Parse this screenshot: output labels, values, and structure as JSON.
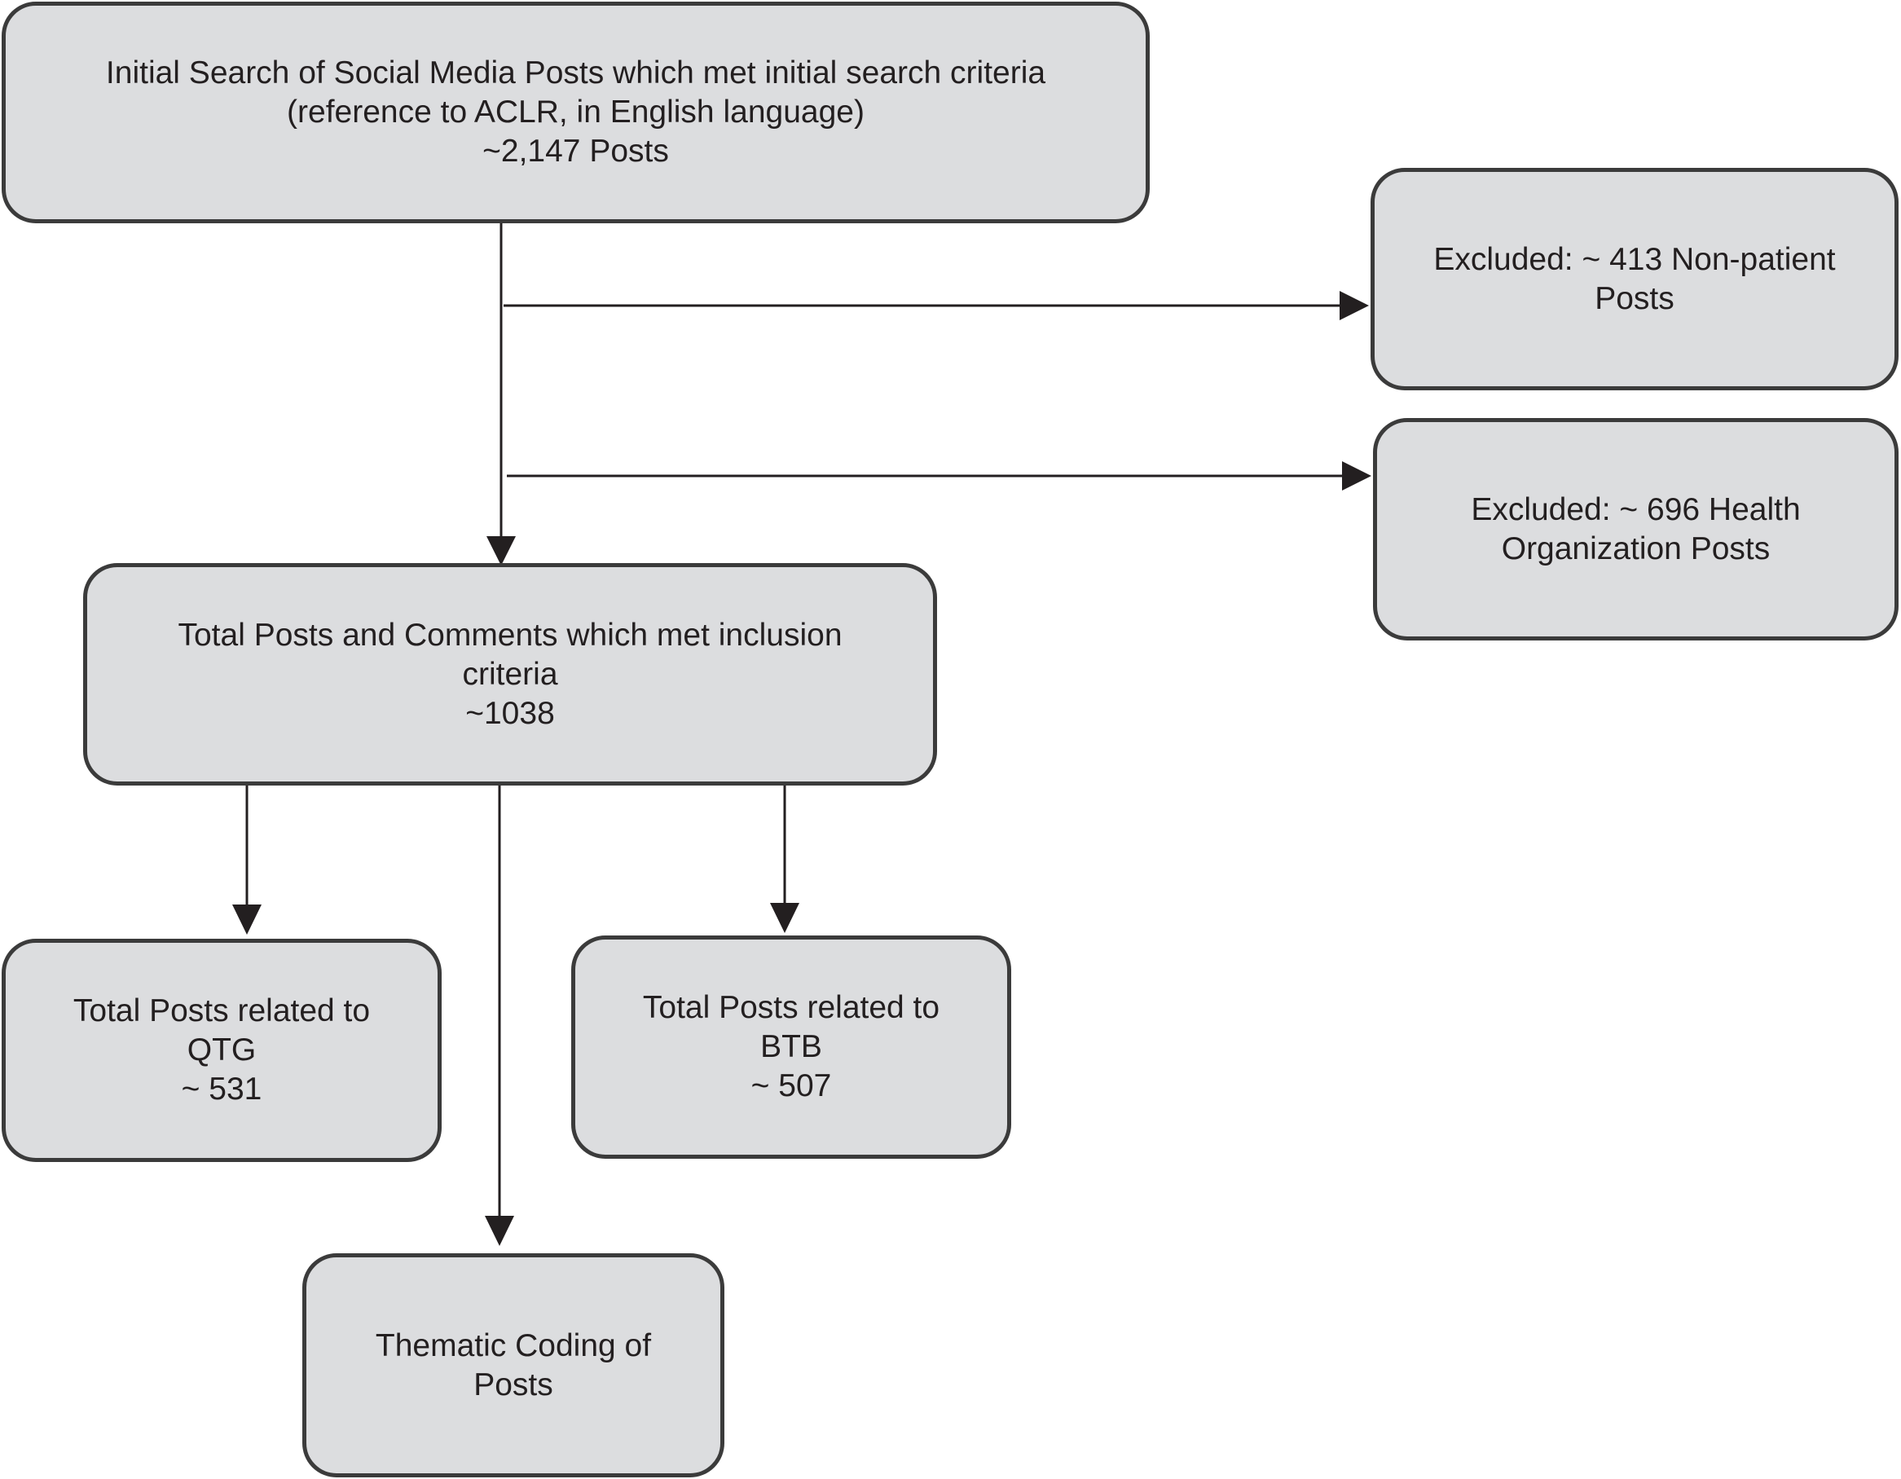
{
  "diagram": {
    "initial_search": {
      "line1": "Initial Search of Social Media Posts which met initial search criteria",
      "line2": "(reference to ACLR, in English language)",
      "line3": "~2,147 Posts"
    },
    "excluded_non_patient": {
      "line1": "Excluded: ~ 413 Non-patient",
      "line2": "Posts"
    },
    "excluded_health_org": {
      "line1": "Excluded: ~ 696 Health",
      "line2": "Organization Posts"
    },
    "total_inclusion": {
      "line1": "Total Posts and Comments which met inclusion",
      "line2": "criteria",
      "line3": "~1038"
    },
    "qtg_posts": {
      "line1": "Total Posts related to",
      "line2": "QTG",
      "line3": "~ 531"
    },
    "btb_posts": {
      "line1": "Total Posts related to",
      "line2": "BTB",
      "line3": "~ 507"
    },
    "thematic_coding": {
      "line1": "Thematic Coding of",
      "line2": "Posts"
    }
  },
  "colors": {
    "box_fill": "#dcdddf",
    "box_border": "#3b3b3b",
    "line": "#231f20",
    "text": "#231f20"
  }
}
